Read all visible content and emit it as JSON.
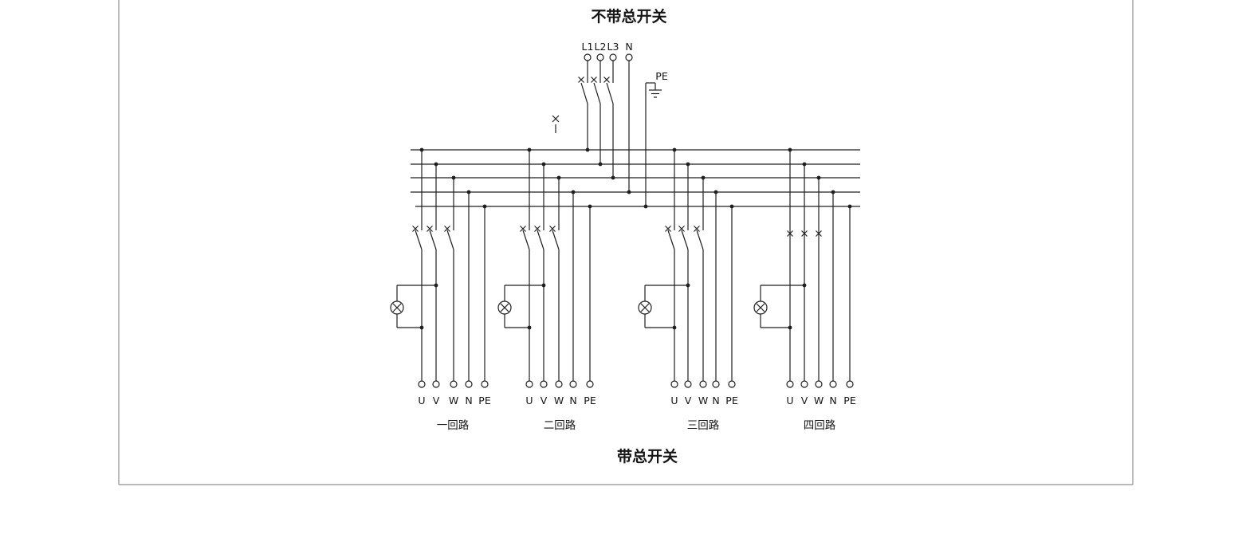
{
  "titles": {
    "top": "不带总开关",
    "bottom": "带总开关"
  },
  "incoming": {
    "phase_labels": [
      "L1",
      "L2",
      "L3",
      "N"
    ],
    "pe_label": "PE"
  },
  "circuits": [
    {
      "name": "一回路",
      "terminals": [
        "U",
        "V",
        "W",
        "N",
        "PE"
      ]
    },
    {
      "name": "二回路",
      "terminals": [
        "U",
        "V",
        "W",
        "N",
        "PE"
      ]
    },
    {
      "name": "三回路",
      "terminals": [
        "U",
        "V",
        "W",
        "N",
        "PE"
      ]
    },
    {
      "name": "四回路",
      "terminals": [
        "U",
        "V",
        "W",
        "N",
        "PE"
      ]
    }
  ],
  "colors": {
    "wire": "#1f1f1f",
    "frame": "#8f8f8f",
    "background": "#ffffff",
    "text": "#141414"
  },
  "symbols": {
    "lamp": "indicator-lamp-icon",
    "ground": "earth-ground-icon",
    "breaker_contact": "breaker-contact-icon",
    "junction": "junction-dot",
    "terminal": "open-terminal-circle"
  }
}
